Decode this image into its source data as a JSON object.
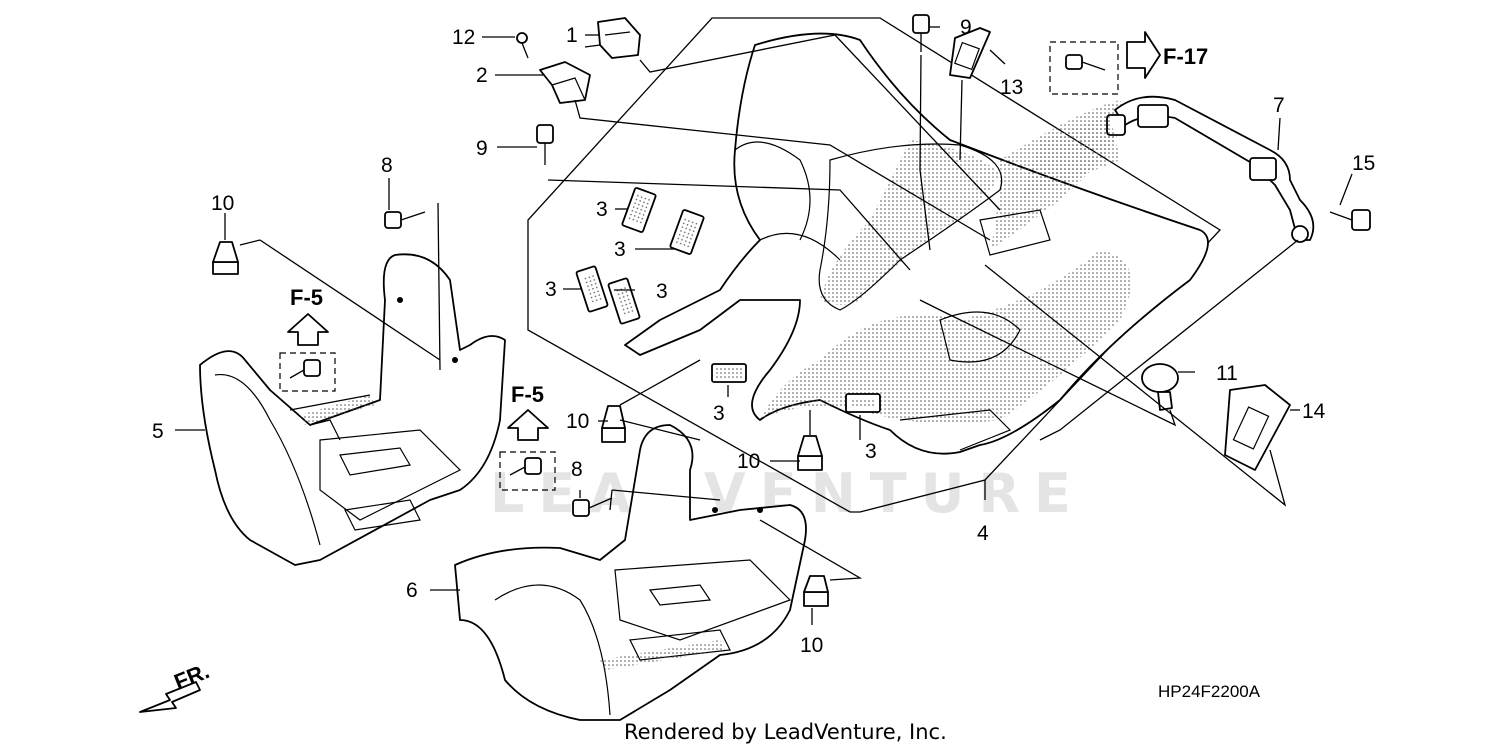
{
  "diagram": {
    "callouts": [
      {
        "id": "c1",
        "label": "1"
      },
      {
        "id": "c2",
        "label": "2"
      },
      {
        "id": "c3a",
        "label": "3"
      },
      {
        "id": "c3b",
        "label": "3"
      },
      {
        "id": "c3c",
        "label": "3"
      },
      {
        "id": "c3d",
        "label": "3"
      },
      {
        "id": "c3e",
        "label": "3"
      },
      {
        "id": "c3f",
        "label": "3"
      },
      {
        "id": "c4",
        "label": "4"
      },
      {
        "id": "c5",
        "label": "5"
      },
      {
        "id": "c6",
        "label": "6"
      },
      {
        "id": "c7",
        "label": "7"
      },
      {
        "id": "c8a",
        "label": "8"
      },
      {
        "id": "c8b",
        "label": "8"
      },
      {
        "id": "c9a",
        "label": "9"
      },
      {
        "id": "c9b",
        "label": "9"
      },
      {
        "id": "c10a",
        "label": "10"
      },
      {
        "id": "c10b",
        "label": "10"
      },
      {
        "id": "c10c",
        "label": "10"
      },
      {
        "id": "c10d",
        "label": "10"
      },
      {
        "id": "c11",
        "label": "11"
      },
      {
        "id": "c12",
        "label": "12"
      },
      {
        "id": "c13",
        "label": "13"
      },
      {
        "id": "c14",
        "label": "14"
      },
      {
        "id": "c15",
        "label": "15"
      }
    ],
    "refs": {
      "f17": "F-17",
      "f5_left": "F-5",
      "f5_center": "F-5"
    },
    "front_marker": "FR.",
    "drawing_code": "HP24F2200A",
    "watermark": "LEADVENTURE",
    "footer": "Rendered by LeadVenture, Inc."
  }
}
